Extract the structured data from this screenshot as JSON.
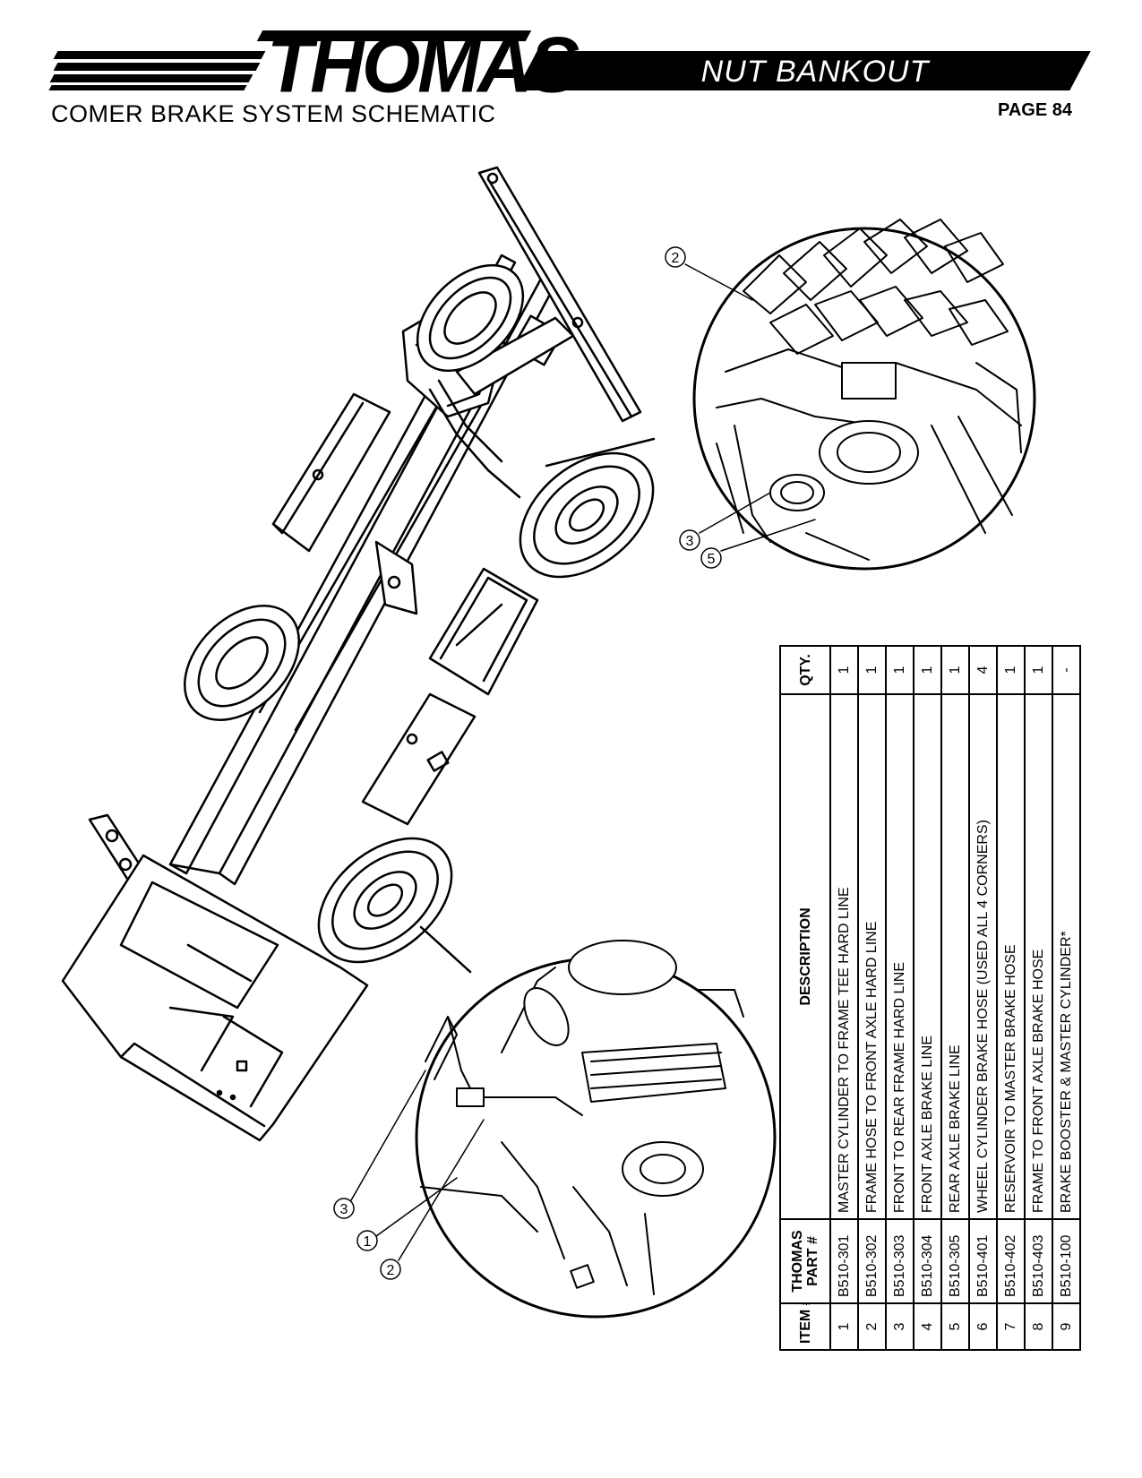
{
  "header": {
    "brand": "THOMAS",
    "tag": "NUT BANKOUT",
    "section_title": "COMER BRAKE SYSTEM SCHEMATIC",
    "page": "PAGE 84"
  },
  "callouts": {
    "top_detail": [
      "2",
      "3",
      "5"
    ],
    "bottom_detail": [
      "3",
      "1",
      "2"
    ]
  },
  "parts_table": {
    "headers": {
      "item": "ITEM #",
      "part": "THOMAS PART #",
      "description": "DESCRIPTION",
      "qty": "QTY."
    },
    "rows": [
      {
        "item": "1",
        "part": "B510-301",
        "description": "MASTER CYLINDER TO FRAME TEE HARD LINE",
        "qty": "1"
      },
      {
        "item": "2",
        "part": "B510-302",
        "description": "FRAME HOSE TO FRONT AXLE HARD LINE",
        "qty": "1"
      },
      {
        "item": "3",
        "part": "B510-303",
        "description": "FRONT TO REAR FRAME HARD LINE",
        "qty": "1"
      },
      {
        "item": "4",
        "part": "B510-304",
        "description": "FRONT AXLE BRAKE LINE",
        "qty": "1"
      },
      {
        "item": "5",
        "part": "B510-305",
        "description": "REAR AXLE BRAKE LINE",
        "qty": "1"
      },
      {
        "item": "6",
        "part": "B510-401",
        "description": "WHEEL CYLINDER BRAKE HOSE (USED ALL 4 CORNERS)",
        "qty": "4"
      },
      {
        "item": "7",
        "part": "B510-402",
        "description": "RESERVOIR TO MASTER BRAKE HOSE",
        "qty": "1"
      },
      {
        "item": "8",
        "part": "B510-403",
        "description": "FRAME TO FRONT AXLE BRAKE HOSE",
        "qty": "1"
      },
      {
        "item": "9",
        "part": "B510-100",
        "description": "BRAKE BOOSTER & MASTER CYLINDER*",
        "qty": "-"
      }
    ]
  }
}
